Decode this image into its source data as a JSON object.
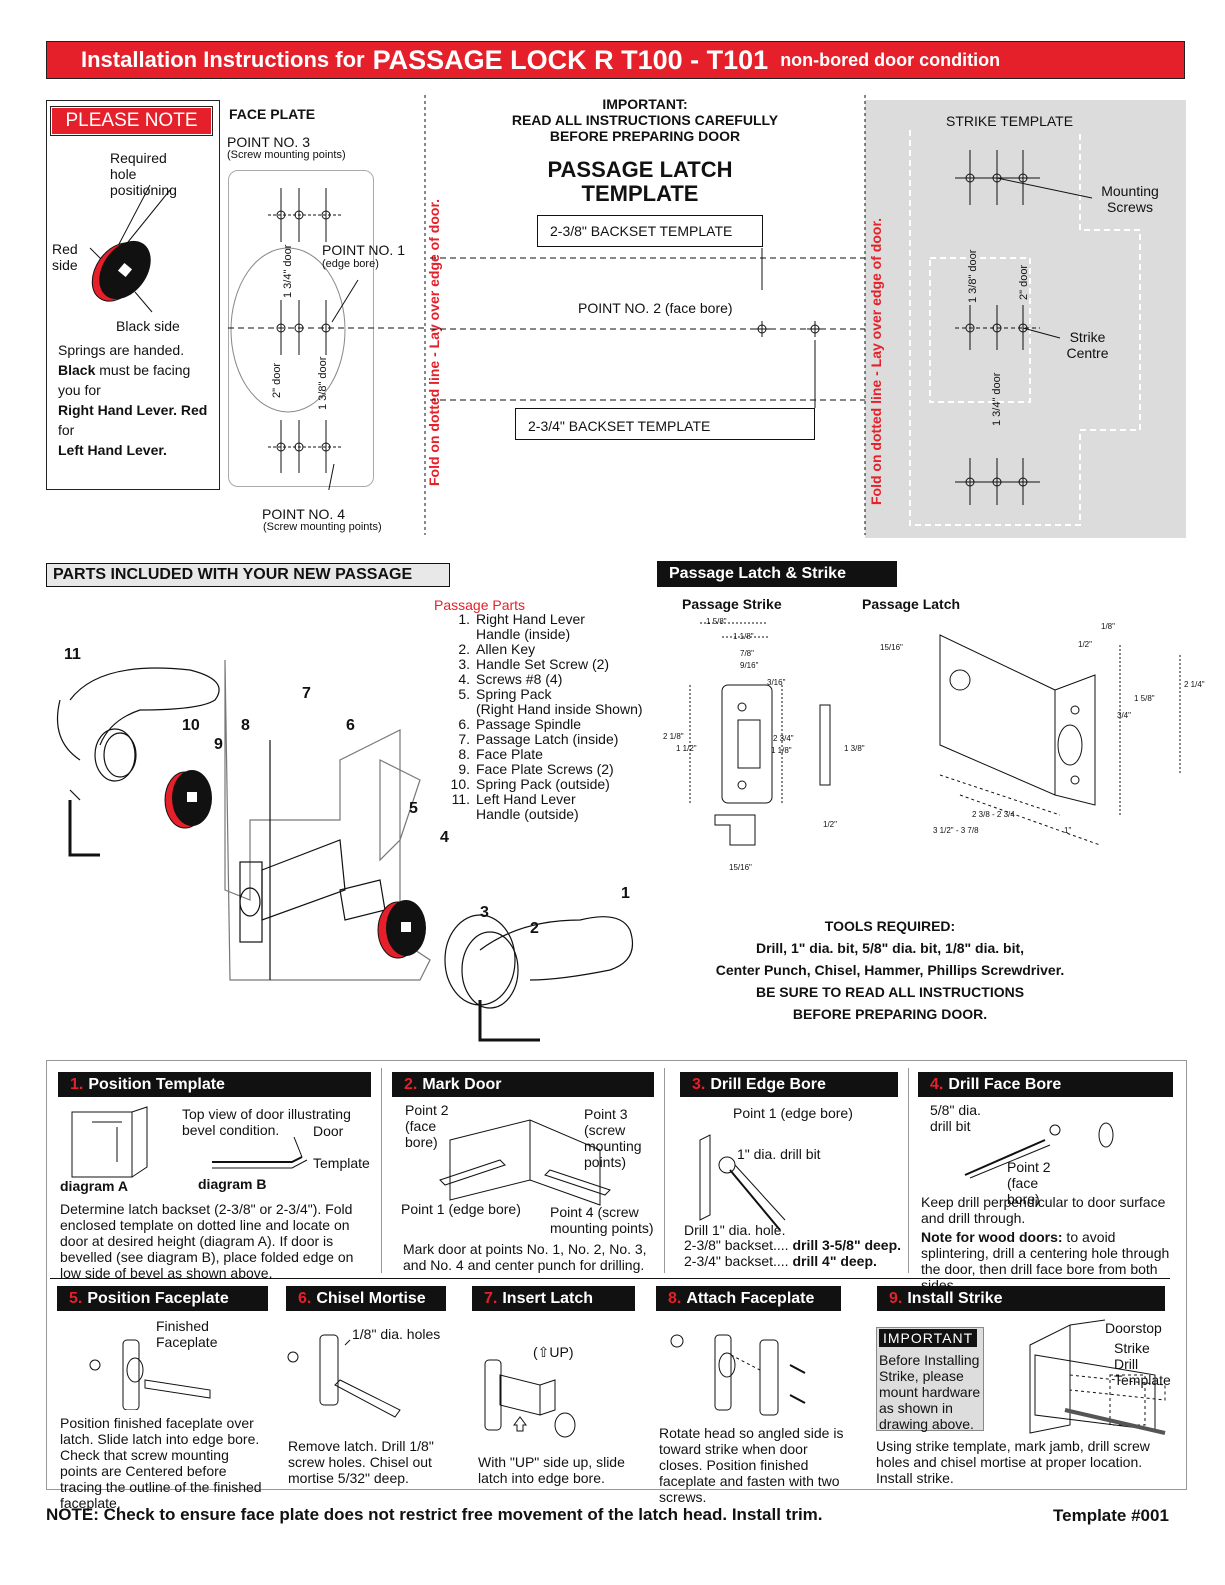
{
  "header": {
    "title_prefix": "Installation Instructions for",
    "product": "PASSAGE LOCK R T100 - T101",
    "condition": "non-bored door condition"
  },
  "please_note": {
    "title": "PLEASE NOTE",
    "required_label": "Required hole positioning",
    "red_side": "Red side",
    "black_side": "Black side",
    "p1": "Springs are handed.",
    "p2_bold": "Black",
    "p2": " must be facing you for",
    "p3_bold": "Right Hand Lever. Red",
    "p3": " for",
    "p4_bold": "Left Hand Lever."
  },
  "face_plate": {
    "title": "FACE PLATE",
    "point3": "POINT NO. 3",
    "point3_sub": "(Screw mounting points)",
    "point1": "POINT NO. 1",
    "point1_sub": "(edge bore)",
    "point4": "POINT NO. 4",
    "point4_sub": "(Screw mounting points)",
    "dim_134": "1 3/4\" door",
    "dim_2": "2\" door",
    "dim_138": "1 3/8\" door"
  },
  "fold_line": "Fold on dotted line - Lay over edge of door.",
  "template": {
    "important": "IMPORTANT:",
    "read1": "READ ALL INSTRUCTIONS CAREFULLY",
    "read2": "BEFORE PREPARING DOOR",
    "title1": "PASSAGE LATCH",
    "title2": "TEMPLATE",
    "backset_238": "2-3/8\" BACKSET TEMPLATE",
    "point2": "POINT NO. 2 (face bore)",
    "backset_234": "2-3/4\" BACKSET TEMPLATE"
  },
  "strike_template": {
    "title": "STRIKE TEMPLATE",
    "mounting": "Mounting Screws",
    "strike_centre": "Strike Centre",
    "dim_138": "1 3/8\" door",
    "dim_2": "2\" door",
    "dim_134": "1 3/4\" door"
  },
  "parts": {
    "title": "PARTS INCLUDED WITH YOUR NEW PASSAGE",
    "list_title": "Passage Parts",
    "items": [
      {
        "n": "1.",
        "label": "Right Hand Lever",
        "label2": "Handle (inside)"
      },
      {
        "n": "2.",
        "label": "Allen Key",
        "label2": ""
      },
      {
        "n": "3.",
        "label": "Handle Set Screw (2)",
        "label2": ""
      },
      {
        "n": "4.",
        "label": "Screws #8 (4)",
        "label2": ""
      },
      {
        "n": "5.",
        "label": "Spring Pack",
        "label2": "(Right Hand inside Shown)"
      },
      {
        "n": "6.",
        "label": "Passage Spindle",
        "label2": ""
      },
      {
        "n": "7.",
        "label": "Passage Latch (inside)",
        "label2": ""
      },
      {
        "n": "8.",
        "label": "Face Plate",
        "label2": ""
      },
      {
        "n": "9.",
        "label": "Face Plate Screws (2)",
        "label2": ""
      },
      {
        "n": "10.",
        "label": "Spring Pack (outside)",
        "label2": ""
      },
      {
        "n": "11.",
        "label": "Left Hand Lever",
        "label2": "Handle (outside)"
      }
    ],
    "callouts": [
      "11",
      "10",
      "9",
      "8",
      "7",
      "6",
      "5",
      "4",
      "3",
      "2",
      "1"
    ]
  },
  "latch_strike": {
    "title": "Passage Latch & Strike",
    "strike_label": "Passage Strike",
    "latch_label": "Passage Latch",
    "s_dims": [
      "1 5/8\"",
      "1 1/8\"",
      "7/8\"",
      "9/16\"",
      "3/16\"",
      "2 1/8\"",
      "1 1/2\"",
      "2 3/4\"",
      "1 1/8\"",
      "1 3/8\"",
      "1/2\"",
      "15/16\""
    ],
    "l_dims": [
      "15/16\"",
      "1/8\"",
      "1/2\"",
      "2 1/4\"",
      "1 5/8\"",
      "3/4\"",
      "2 3/8 - 2 3/4",
      "3 1/2\" - 3 7/8",
      "1\""
    ]
  },
  "tools": {
    "title": "TOOLS REQUIRED:",
    "line1": "Drill, 1\" dia. bit, 5/8\" dia. bit, 1/8\" dia. bit,",
    "line2": "Center Punch, Chisel, Hammer, Phillips Screwdriver.",
    "line3": "BE SURE TO READ ALL INSTRUCTIONS",
    "line4": "BEFORE PREPARING DOOR."
  },
  "steps": {
    "s1": {
      "num": "1.",
      "title": "Position Template",
      "top_view": "Top view of door illustrating bevel condition.",
      "door": "Door",
      "template": "Template",
      "diag_a": "diagram A",
      "diag_b": "diagram B",
      "text": "Determine latch backset (2-3/8\" or 2-3/4\"). Fold enclosed template on dotted line and locate on door at desired height (diagram A). If door is bevelled (see diagram B), place folded edge on low side of bevel as shown above."
    },
    "s2": {
      "num": "2.",
      "title": "Mark Door",
      "p2": "Point 2 (face bore)",
      "p3": "Point 3 (screw mounting points)",
      "p1": "Point 1 (edge bore)",
      "p4": "Point 4 (screw mounting points)",
      "text": "Mark door at points No. 1, No. 2, No. 3, and No. 4 and center punch for drilling."
    },
    "s3": {
      "num": "3.",
      "title": "Drill Edge Bore",
      "p1": "Point 1 (edge bore)",
      "bit": "1\" dia. drill bit",
      "text1": "Drill 1\" dia. hole.",
      "text2": "2-3/8\" backset....",
      "text2b": "drill 3-5/8\" deep.",
      "text3": "2-3/4\" backset....",
      "text3b": "drill 4\" deep."
    },
    "s4": {
      "num": "4.",
      "title": "Drill Face Bore",
      "bit": "5/8\" dia. drill bit",
      "p2": "Point 2 (face bore)",
      "text1": "Keep drill perpendicular to door surface and drill through.",
      "note_bold": "Note for wood doors:",
      "note": " to avoid splintering, drill a centering hole through the door, then drill face bore from both sides."
    },
    "s5": {
      "num": "5.",
      "title": "Position Faceplate",
      "label": "Finished Faceplate",
      "text": "Position finished faceplate over latch. Slide latch into edge bore. Check that screw mounting points are Centered before tracing the outline of the finished faceplate."
    },
    "s6": {
      "num": "6.",
      "title": "Chisel Mortise",
      "label": "1/8\" dia. holes",
      "text": "Remove latch. Drill 1/8\" screw holes. Chisel out mortise 5/32\" deep."
    },
    "s7": {
      "num": "7.",
      "title": "Insert Latch",
      "up": "(⇧UP)",
      "text": "With \"UP\" side up, slide latch into edge bore."
    },
    "s8": {
      "num": "8.",
      "title": "Attach Faceplate",
      "text": "Rotate head so angled side is toward strike when door closes. Position finished faceplate and fasten with two screws."
    },
    "s9": {
      "num": "9.",
      "title": "Install Strike",
      "important": "IMPORTANT",
      "imp_text": "Before Installing Strike, please mount hardware as shown in drawing above.",
      "doorstop": "Doorstop",
      "strike_drill": "Strike Drill Template",
      "text": "Using strike template, mark jamb, drill screw holes and chisel mortise at proper location. Install strike."
    }
  },
  "footer": {
    "note": "NOTE: Check to ensure face plate does not restrict free movement of the latch head. Install trim.",
    "template": "Template #001"
  }
}
